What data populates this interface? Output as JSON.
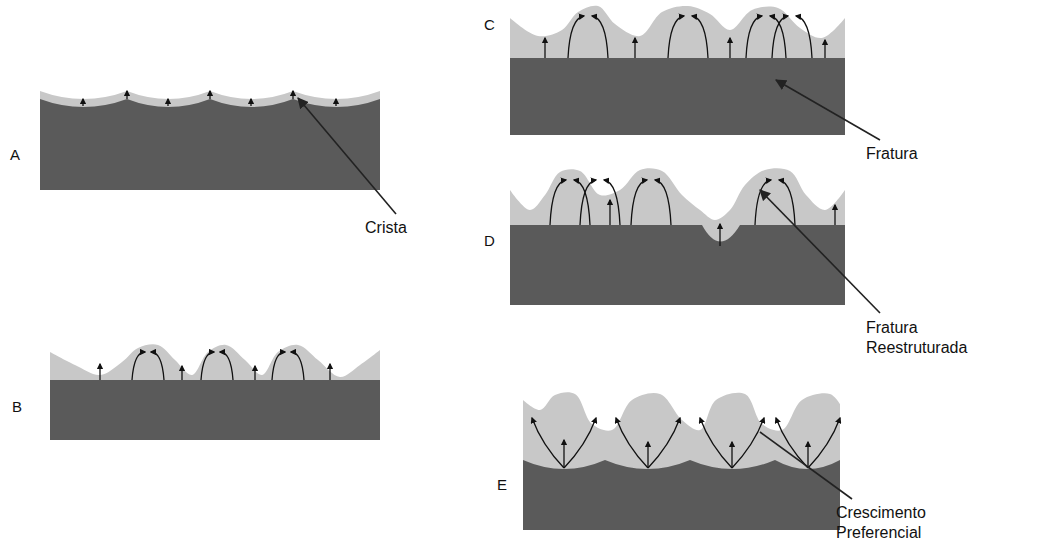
{
  "diagram": {
    "labels": [
      "A",
      "Crista",
      "B",
      "C",
      "Fratura",
      "D",
      "Fratura Reestruturada",
      "E",
      "Crescimento Preferencial"
    ]
  }
}
